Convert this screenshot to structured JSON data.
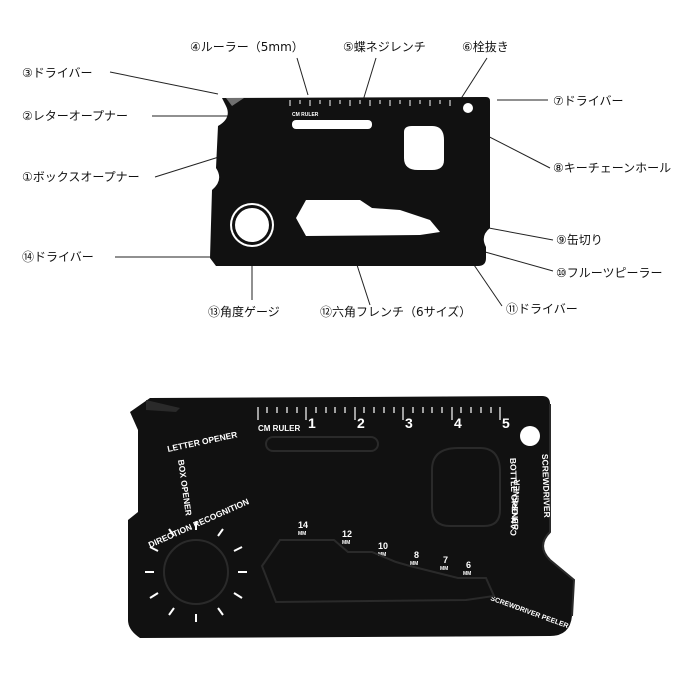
{
  "callouts": {
    "c1": "①ボックスオープナー",
    "c2": "②レターオープナー",
    "c3": "③ドライバー",
    "c4": "④ルーラー（5mm）",
    "c5": "⑤蝶ネジレンチ",
    "c6": "⑥栓抜き",
    "c7": "⑦ドライバー",
    "c8": "⑧キーチェーンホール",
    "c9": "⑨缶切り",
    "c10": "⑩フルーツピーラー",
    "c11": "⑪ドライバー",
    "c12": "⑫六角フレンチ（6サイズ）",
    "c13": "⑬角度ゲージ",
    "c14": "⑭ドライバー"
  },
  "card": {
    "ruler_label": "CM RULER",
    "ruler_numbers": [
      "1",
      "2",
      "3",
      "4",
      "5"
    ],
    "letter_opener": "LETTER OPENER",
    "box_opener": "BOX OPENER",
    "direction": "DIRECTION RECOGNITION",
    "bottle_opener": "BOTTLE OPENER",
    "screwdriver": "SCREWDRIVER",
    "can_opener": "CAN OPENER",
    "peeler": "SCREWDRIVER PEELER",
    "hex_sizes": [
      "14",
      "12",
      "10",
      "8",
      "7",
      "6"
    ],
    "hex_unit": "MM"
  },
  "colors": {
    "card": "#111111",
    "card_edge": "#2a2a2a",
    "print": "#ffffff",
    "line": "#222222"
  }
}
